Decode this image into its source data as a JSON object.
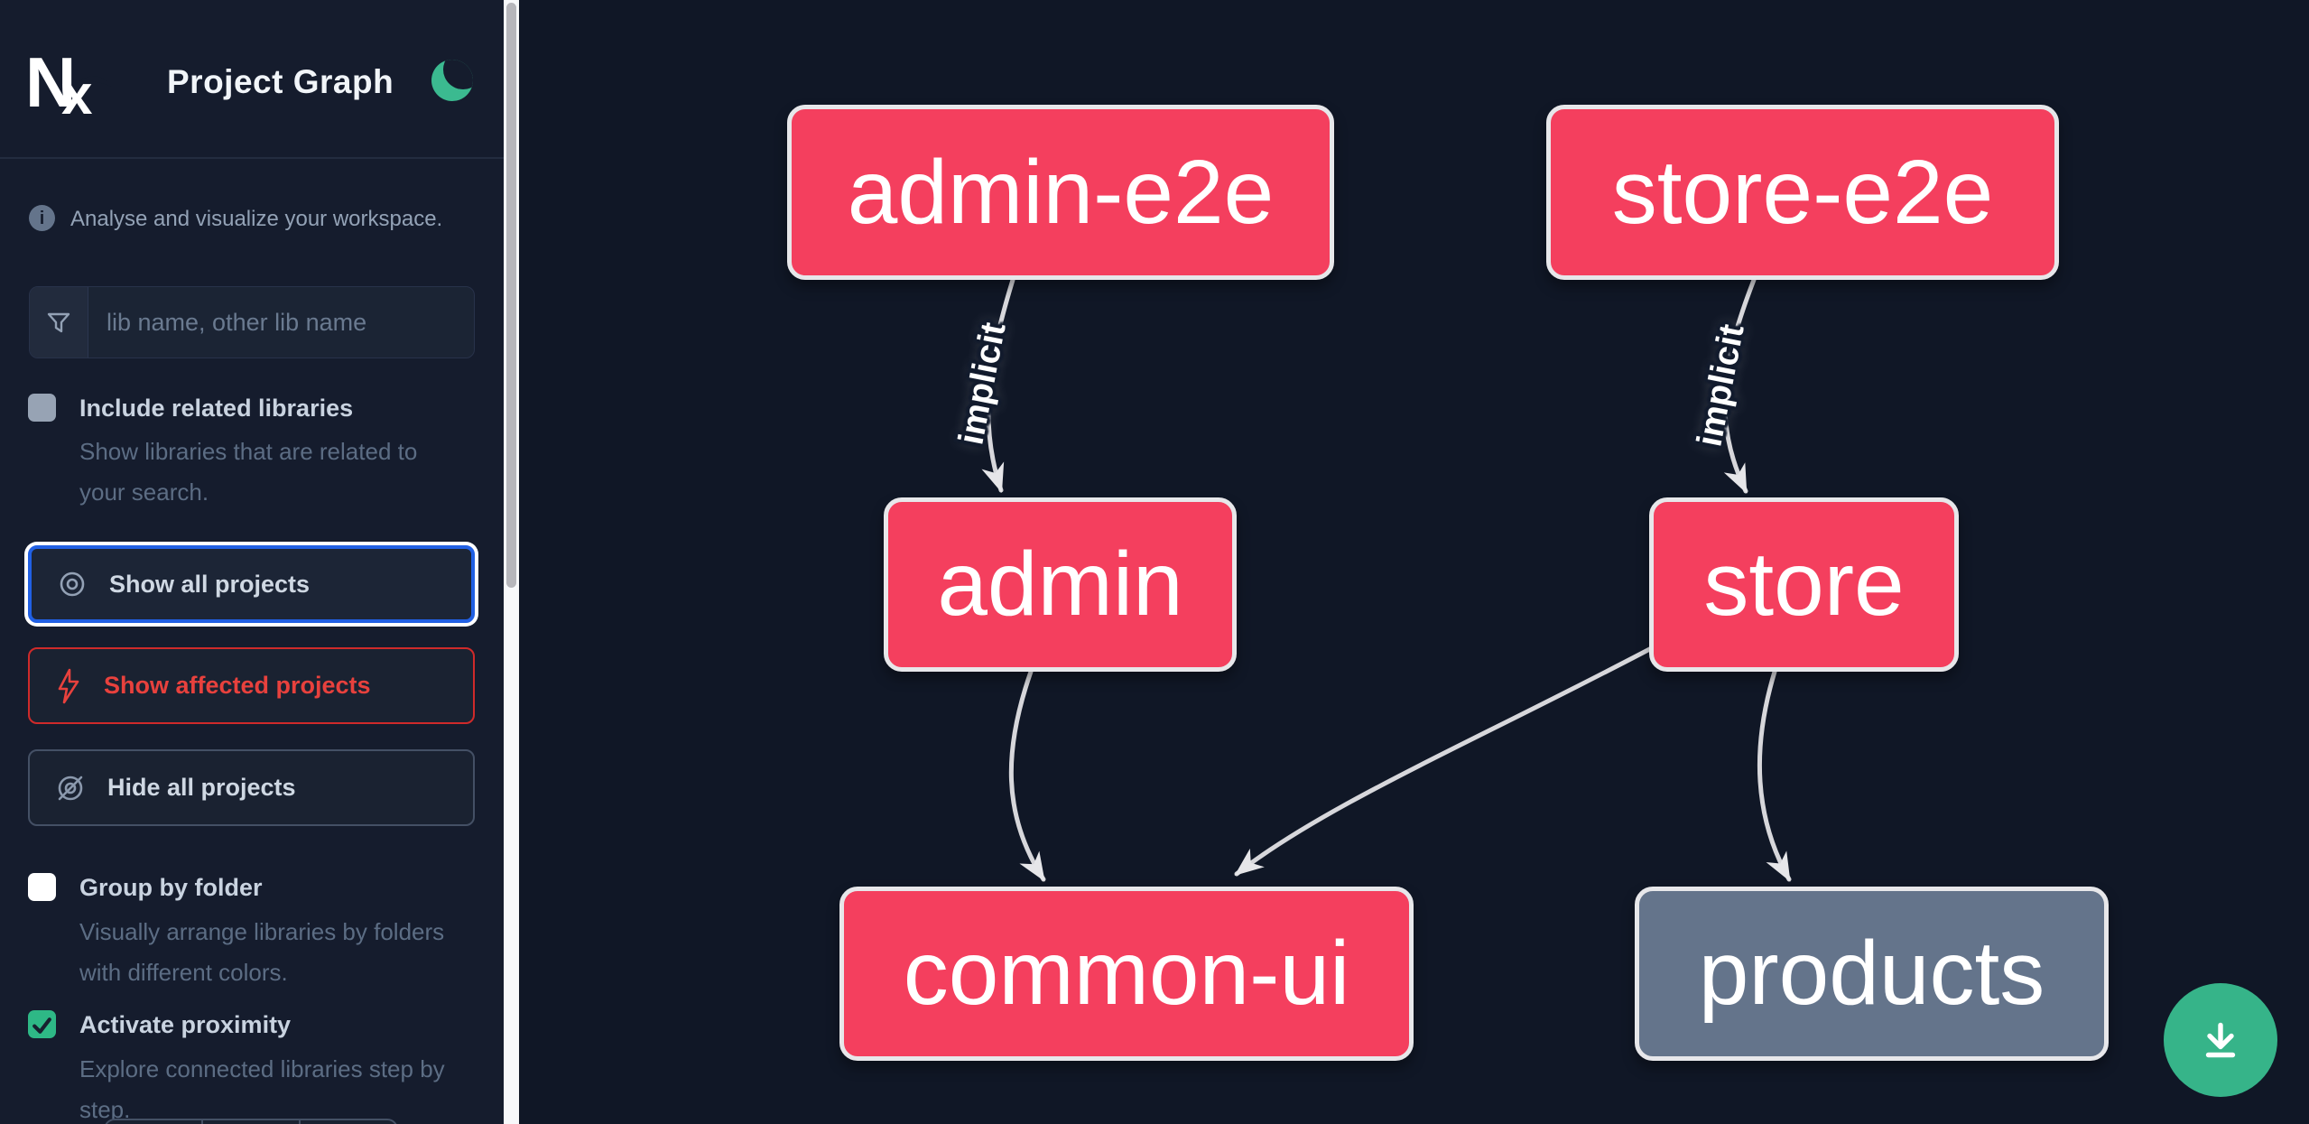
{
  "app": {
    "title": "Project Graph",
    "theme": {
      "mode": "dark",
      "toggle_icon": "moon-icon",
      "moon_color": "#3bba90"
    }
  },
  "sidebar": {
    "tagline": "Analyse and visualize your workspace.",
    "search": {
      "placeholder": "lib name, other lib name",
      "value": "",
      "icon": "filter-funnel-icon"
    },
    "toggles": [
      {
        "label": "Include related libraries",
        "description": "Show libraries that are related to your search.",
        "checked": false,
        "box": "gray"
      },
      {
        "label": "Group by folder",
        "description": "Visually arrange libraries by folders with different colors.",
        "checked": false,
        "box": "white"
      },
      {
        "label": "Activate proximity",
        "description": "Explore connected libraries step by step.",
        "checked": true,
        "box": "green"
      }
    ],
    "buttons": [
      {
        "label": "Show all projects",
        "icon": "eye-icon",
        "state": "focused",
        "border_color": "#2160e4"
      },
      {
        "label": "Show affected projects",
        "icon": "lightning-bolt-icon",
        "state": "default",
        "border_color": "#cf2a2a",
        "text_color": "#e8413d"
      },
      {
        "label": "Hide all projects",
        "icon": "eye-off-icon",
        "state": "default",
        "border_color": "#445065"
      }
    ]
  },
  "graph": {
    "nodes": [
      {
        "id": "admin-e2e",
        "label": "admin-e2e",
        "color": "#f43f5e"
      },
      {
        "id": "store-e2e",
        "label": "store-e2e",
        "color": "#f43f5e"
      },
      {
        "id": "admin",
        "label": "admin",
        "color": "#f43f5e"
      },
      {
        "id": "store",
        "label": "store",
        "color": "#f43f5e"
      },
      {
        "id": "common-ui",
        "label": "common-ui",
        "color": "#f43f5e"
      },
      {
        "id": "products",
        "label": "products",
        "color": "#64748b"
      }
    ],
    "edges": [
      {
        "source": "admin-e2e",
        "target": "admin",
        "label": "implicit"
      },
      {
        "source": "store-e2e",
        "target": "store",
        "label": "implicit"
      },
      {
        "source": "admin",
        "target": "common-ui",
        "label": ""
      },
      {
        "source": "store",
        "target": "common-ui",
        "label": ""
      },
      {
        "source": "store",
        "target": "products",
        "label": ""
      }
    ],
    "edge_color": "#d7d7db"
  },
  "fab": {
    "icon": "download-icon",
    "color": "#36b489"
  }
}
